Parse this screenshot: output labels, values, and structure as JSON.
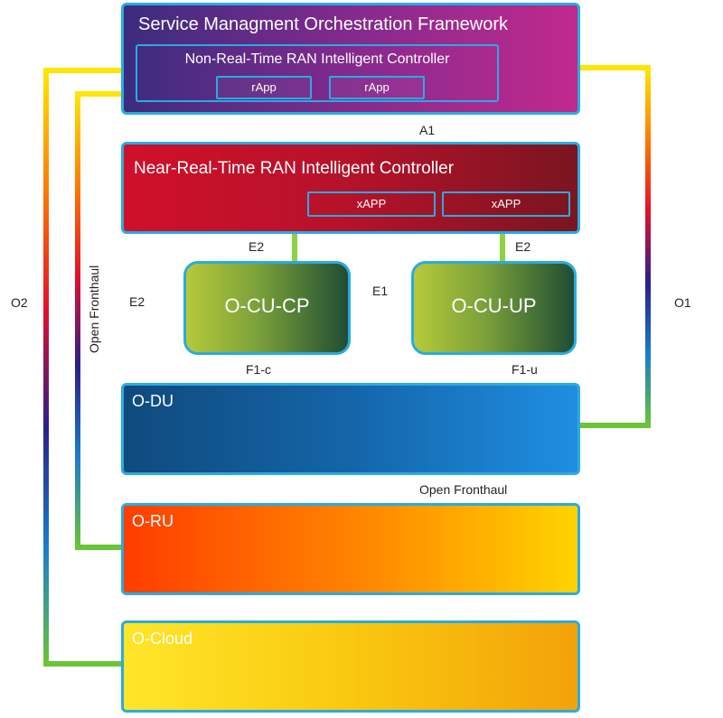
{
  "smo": {
    "title": "Service Managment Orchestration Framework",
    "non_rt_ric": {
      "title": "Non-Real-Time RAN Intelligent Controller",
      "apps": [
        "rApp",
        "rApp"
      ]
    }
  },
  "near_rt_ric": {
    "title": "Near-Real-Time RAN Intelligent Controller",
    "apps": [
      "xAPP",
      "xAPP"
    ]
  },
  "cu_cp": {
    "title": "O-CU-CP"
  },
  "cu_up": {
    "title": "O-CU-UP"
  },
  "du": {
    "title": "O-DU"
  },
  "ru": {
    "title": "O-RU"
  },
  "cloud": {
    "title": "O-Cloud"
  },
  "interfaces": {
    "a1": "A1",
    "e2_cp": "E2",
    "e2_up": "E2",
    "e2_du": "E2",
    "e1": "E1",
    "f1c": "F1-c",
    "f1u": "F1-u",
    "fronthaul_du_ru": "Open Fronthaul",
    "fronthaul_side": "Open Fronthaul",
    "o1": "O1",
    "o2": "O2"
  },
  "colors": {
    "border": "#29abe2",
    "yellow_line": "#f5e14a",
    "green_line": "#6ac435"
  }
}
